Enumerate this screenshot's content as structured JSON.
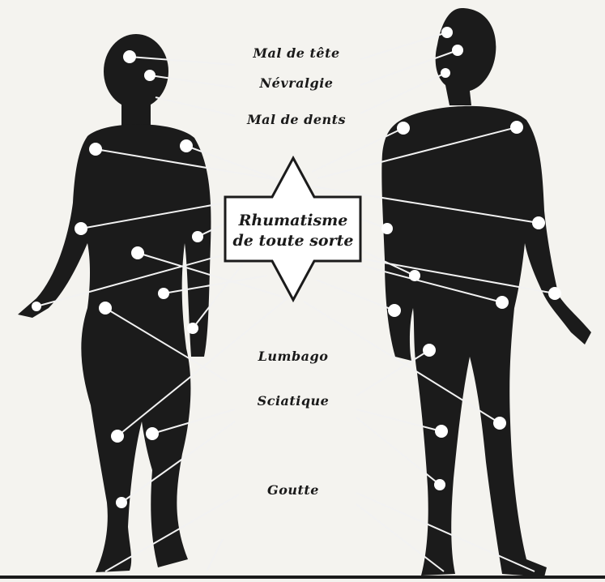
{
  "labels": {
    "mal_de_tete": "Mal de tête",
    "nevralgie": "Névralgie",
    "mal_de_dents": "Mal de dents",
    "rhumatisme_line1": "Rhumatisme",
    "rhumatisme_line2": "de toute sorte",
    "lumbago": "Lumbago",
    "sciatique": "Sciatique",
    "goutte": "Goutte"
  },
  "colors": {
    "silhouette": "#1b1b1b",
    "background": "#f4f3ef",
    "lines": "#f2f2f2",
    "star_fill": "#ffffff",
    "star_stroke": "#1b1b1b"
  }
}
